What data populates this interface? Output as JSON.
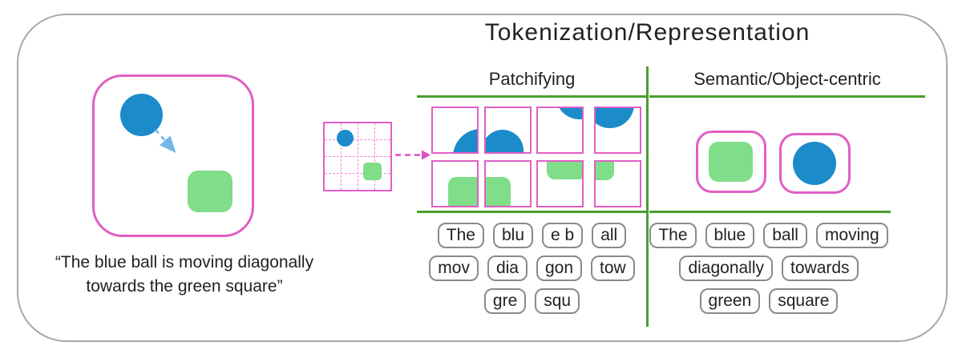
{
  "title": "Tokenization/Representation",
  "caption": {
    "line1": "“The blue ball is moving diagonally",
    "line2": "towards the green square”"
  },
  "columns": {
    "patchifying": {
      "header": "Patchifying",
      "tokens": [
        [
          "The",
          "blu",
          "e b",
          "all"
        ],
        [
          "mov",
          "dia",
          "gon",
          "tow"
        ],
        [
          "gre",
          "squ"
        ]
      ]
    },
    "semantic": {
      "header": "Semantic/Object-centric",
      "tokens": [
        [
          "The",
          "blue",
          "ball",
          "moving"
        ],
        [
          "diagonally",
          "towards"
        ],
        [
          "green",
          "square"
        ]
      ]
    }
  },
  "colors": {
    "ball-blue": "#1b8bca",
    "square-green": "#80dd88",
    "box-pink": "#e05fc4",
    "grid-pink": "#ef8ad8",
    "arrow-pink": "#d94fc6",
    "arrow-blue": "#72b8e8",
    "line-green": "#4a9e2e",
    "outer-gray": "#a9a9a9",
    "token-gray": "#8a8a8a",
    "ink": "#222222"
  }
}
